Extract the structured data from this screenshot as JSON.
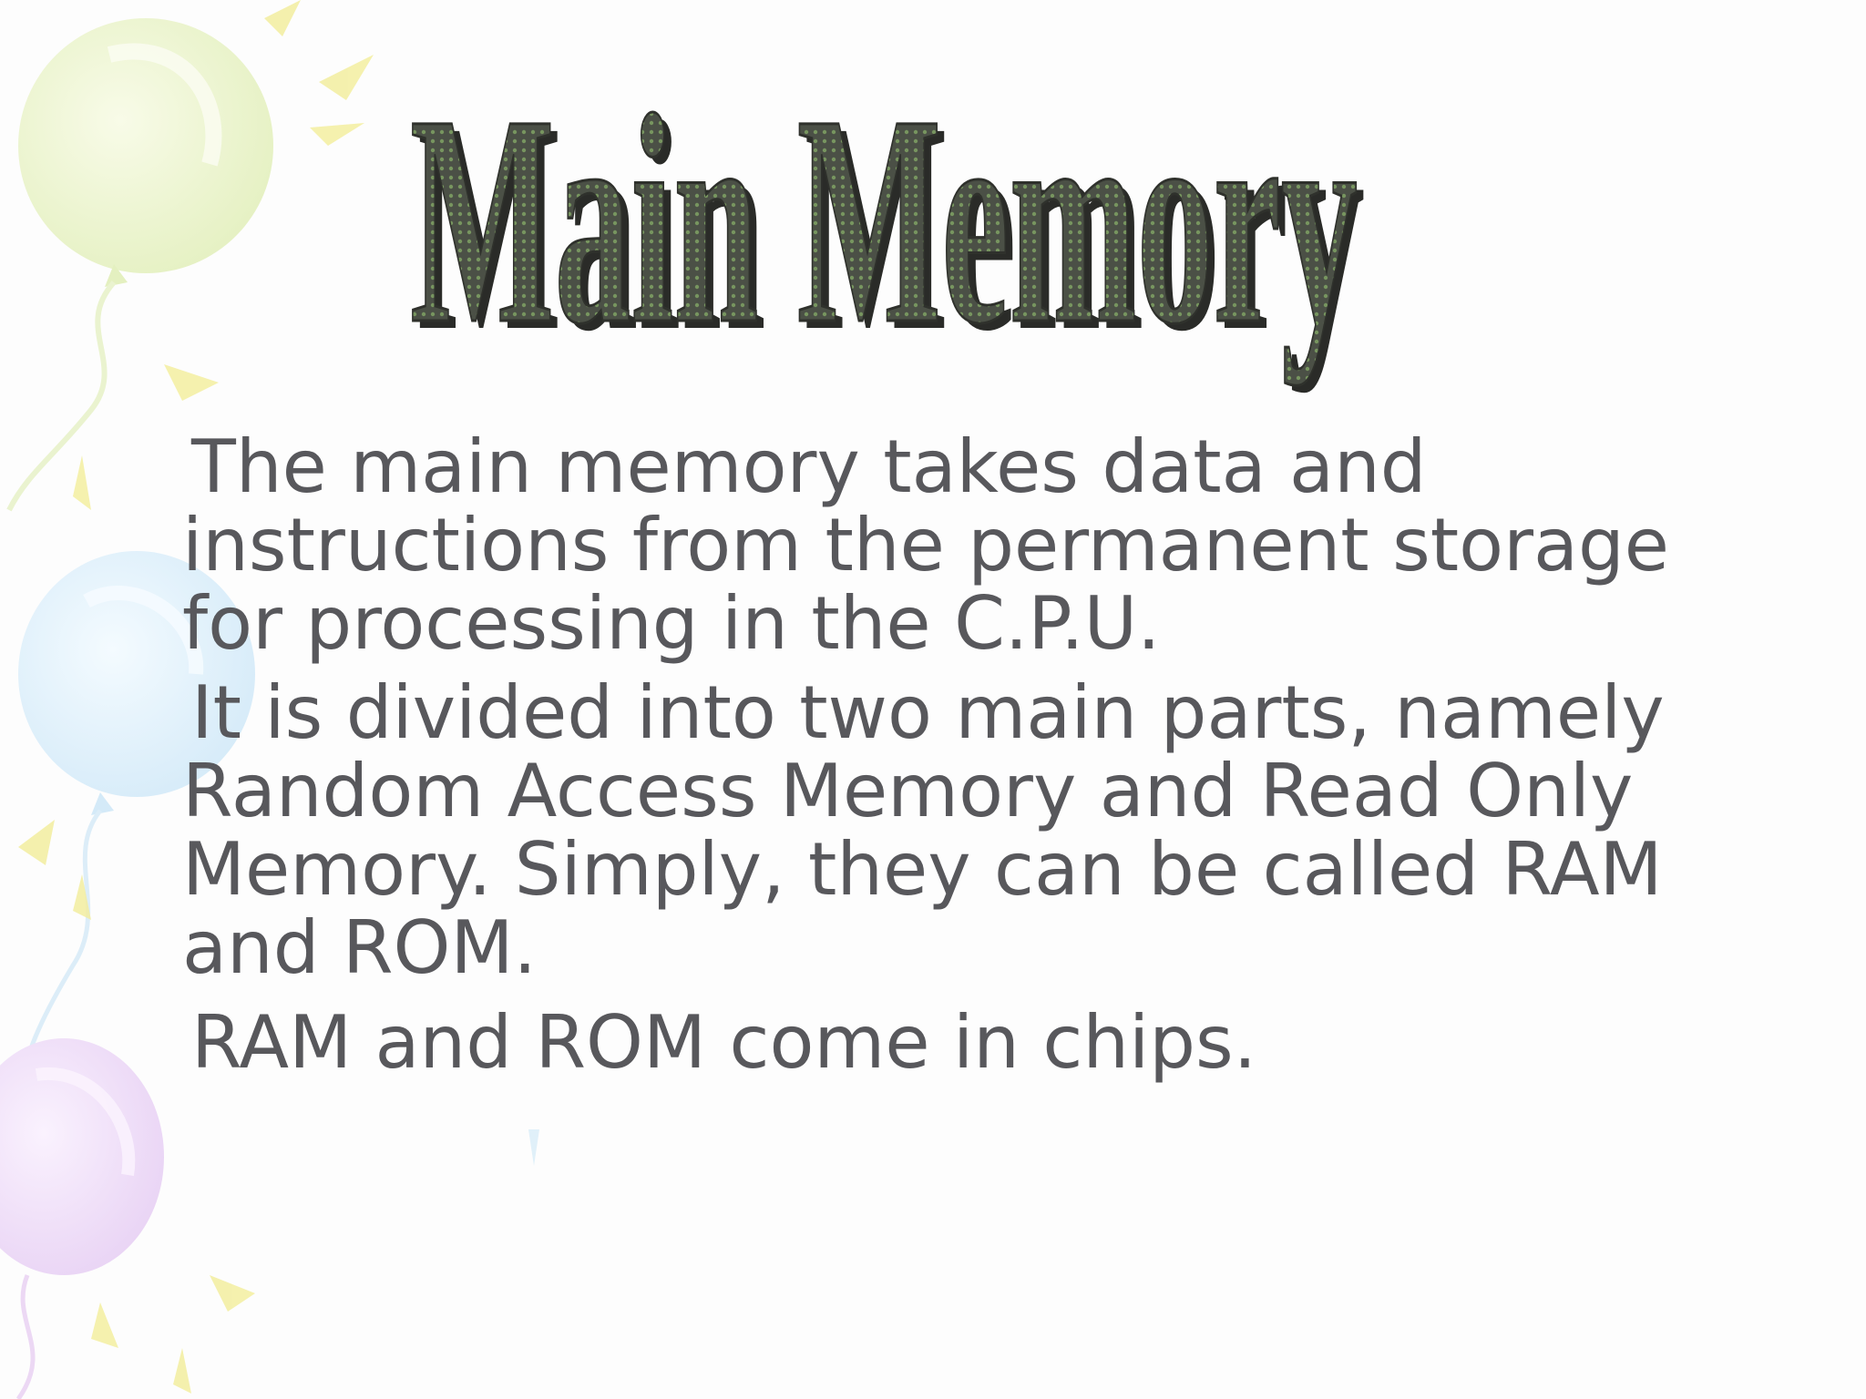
{
  "slide": {
    "title": "Main Memory",
    "paragraphs": [
      "The main memory takes data and\ninstructions from the permanent storage\nfor processing in the C.P.U.",
      "It is divided into two main parts, namely\nRandom Access Memory and Read Only\nMemory. Simply, they can be called RAM\nand ROM.",
      "RAM and ROM come in chips."
    ]
  },
  "colors": {
    "text": "#58585c",
    "title_fill": "#4a4e44",
    "title_dots": "#6f8f5a",
    "balloon_green": "#e6f2c4",
    "balloon_blue": "#d8ecf8",
    "balloon_purple": "#ecd8f4",
    "sparkle_yellow": "#f4f0a0"
  },
  "decor": {
    "icons": [
      "balloon-green-icon",
      "balloon-blue-icon",
      "balloon-purple-icon",
      "sparkle-icon"
    ]
  }
}
